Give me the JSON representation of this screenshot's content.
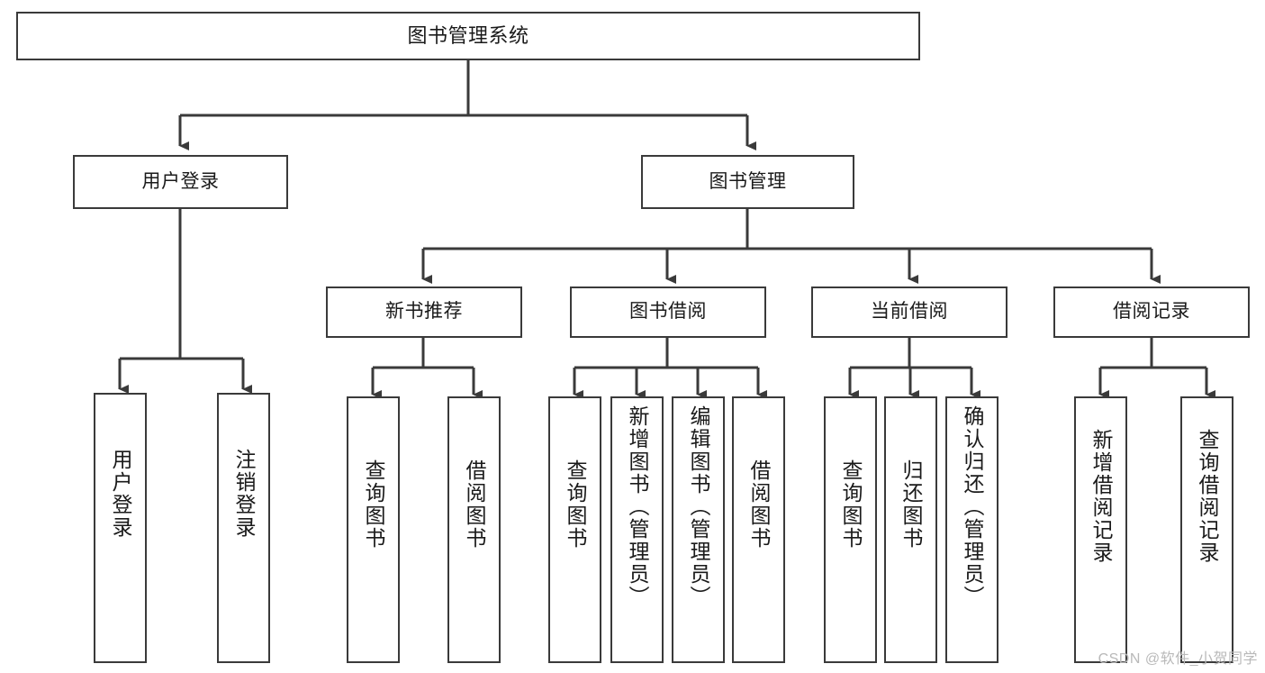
{
  "diagram": {
    "title": "图书管理系统",
    "type": "tree-hierarchy",
    "watermark": "CSDN @软件_小贺同学",
    "colors": {
      "background": "#ffffff",
      "stroke": "#3a3a3a",
      "text": "#1a1a1a",
      "watermark": "#b9b9b9"
    },
    "root": {
      "label": "图书管理系统"
    },
    "level2": [
      {
        "label": "用户登录"
      },
      {
        "label": "图书管理"
      }
    ],
    "level3": [
      {
        "label": "新书推荐"
      },
      {
        "label": "图书借阅"
      },
      {
        "label": "当前借阅"
      },
      {
        "label": "借阅记录"
      }
    ],
    "leaves": {
      "user_login": [
        {
          "label": "用户登录"
        },
        {
          "label": "注销登录"
        }
      ],
      "new_book_recommend": [
        {
          "label": "查询图书"
        },
        {
          "label": "借阅图书"
        }
      ],
      "book_borrow": [
        {
          "label": "查询图书"
        },
        {
          "label": "新增图书（管理员）"
        },
        {
          "label": "编辑图书（管理员）"
        },
        {
          "label": "借阅图书"
        }
      ],
      "current_borrow": [
        {
          "label": "查询图书"
        },
        {
          "label": "归还图书"
        },
        {
          "label": "确认归还（管理员）"
        }
      ],
      "borrow_record": [
        {
          "label": "新增借阅记录"
        },
        {
          "label": "查询借阅记录"
        }
      ]
    }
  }
}
